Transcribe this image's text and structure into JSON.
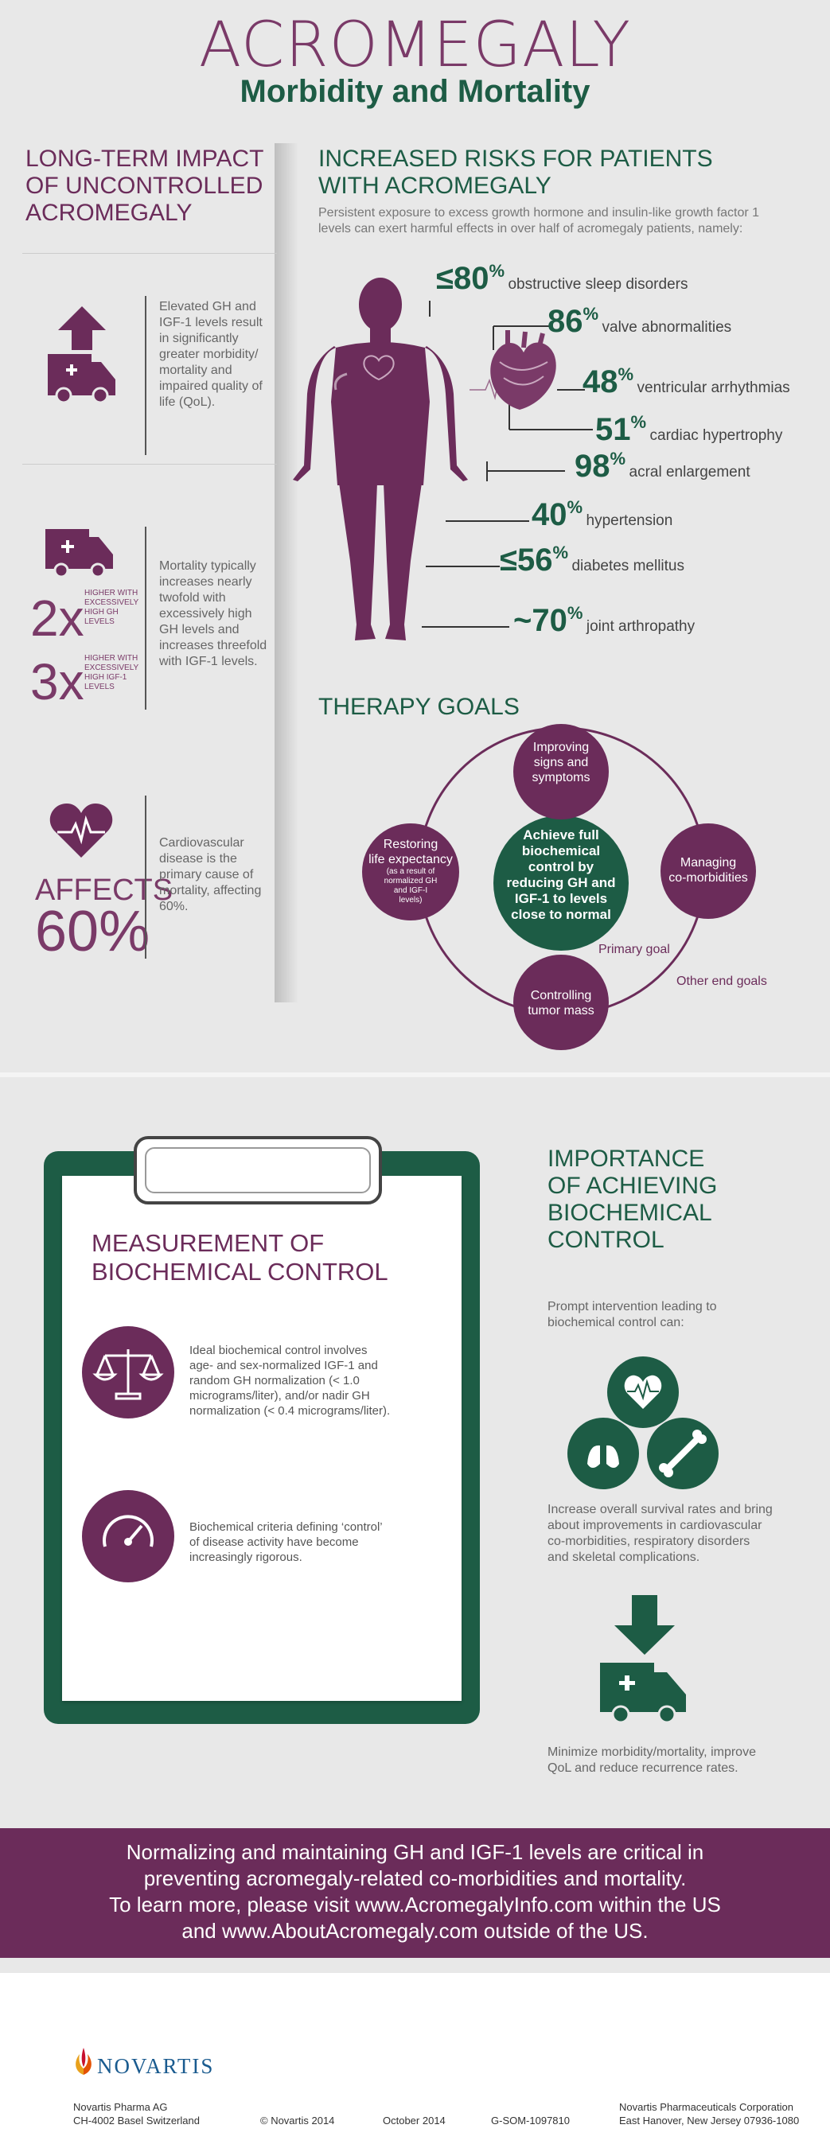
{
  "header": {
    "title": "ACROMEGALY",
    "subtitle": "Morbidity and Mortality"
  },
  "left": {
    "heading": [
      "LONG-TERM IMPACT",
      "OF UNCONTROLLED",
      "ACROMEGALY"
    ],
    "block1": [
      "Elevated GH and",
      "IGF-1 levels result",
      "in significantly",
      "greater morbidity/",
      "mortality and",
      "impaired quality of",
      "life (QoL)."
    ],
    "mult1": "2x",
    "mult1_note": [
      "HIGHER WITH",
      "EXCESSIVELY",
      "HIGH GH",
      "LEVELS"
    ],
    "mult2": "3x",
    "mult2_note": [
      "HIGHER WITH",
      "EXCESSIVELY",
      "HIGH IGF-1",
      "LEVELS"
    ],
    "block2": [
      "Mortality typically",
      "increases nearly",
      "twofold with",
      "excessively high",
      "GH levels and",
      "increases threefold",
      "with IGF-1 levels."
    ],
    "affects_label": "AFFECTS",
    "affects_value": "60%",
    "block3": [
      "Cardiovascular",
      "disease is the",
      "primary cause of",
      "mortality, affecting",
      "60%."
    ]
  },
  "risks": {
    "heading": [
      "INCREASED RISKS FOR PATIENTS",
      "WITH ACROMEGALY"
    ],
    "intro": [
      "Persistent exposure to excess growth hormone and insulin-like growth factor 1",
      "levels can exert harmful effects in over half of acromegaly patients, namely:"
    ],
    "items": [
      {
        "num": "≤80",
        "pct": "%",
        "label": "obstructive sleep disorders"
      },
      {
        "num": "86",
        "pct": "%",
        "label": "valve abnormalities"
      },
      {
        "num": "48",
        "pct": "%",
        "label": "ventricular arrhythmias"
      },
      {
        "num": "51",
        "pct": "%",
        "label": "cardiac hypertrophy"
      },
      {
        "num": "98",
        "pct": "%",
        "label": "acral enlargement"
      },
      {
        "num": "40",
        "pct": "%",
        "label": "hypertension"
      },
      {
        "num": "≤56",
        "pct": "%",
        "label": "diabetes mellitus"
      },
      {
        "num": "~70",
        "pct": "%",
        "label": "joint arthropathy"
      }
    ]
  },
  "therapy": {
    "heading": "THERAPY GOALS",
    "center": [
      "Achieve full",
      "biochemical",
      "control by",
      "reducing GH and",
      "IGF-1 to levels",
      "close to normal"
    ],
    "top": [
      "Improving",
      "signs and",
      "symptoms"
    ],
    "right": [
      "Managing",
      "co-morbidities"
    ],
    "bottom": [
      "Controlling",
      "tumor mass"
    ],
    "left_main": [
      "Restoring",
      "life expectancy"
    ],
    "left_note": [
      "(as a result of",
      "normalized GH",
      "and IGF-I",
      "levels)"
    ],
    "primary_label": "Primary goal",
    "other_label": "Other end goals"
  },
  "measurement": {
    "heading": [
      "MEASUREMENT OF",
      "BIOCHEMICAL CONTROL"
    ],
    "item1": [
      "Ideal biochemical control involves",
      "age- and sex-normalized IGF-1 and",
      "random GH normalization (< 1.0",
      "micrograms/liter), and/or nadir GH",
      "normalization (< 0.4 micrograms/liter)."
    ],
    "item2": [
      "Biochemical criteria defining ‘control’",
      "of disease activity have become",
      "increasingly rigorous."
    ]
  },
  "importance": {
    "heading": [
      "IMPORTANCE",
      "OF ACHIEVING",
      "BIOCHEMICAL",
      "CONTROL"
    ],
    "intro": [
      "Prompt intervention leading to",
      "biochemical control can:"
    ],
    "item1": [
      "Increase overall survival rates and bring",
      "about improvements in cardiovascular",
      "co-morbidities, respiratory disorders",
      "and skeletal complications."
    ],
    "item2": [
      "Minimize morbidity/mortality, improve",
      "QoL and reduce recurrence rates."
    ]
  },
  "banner": [
    "Normalizing and maintaining GH and IGF-1 levels are critical in",
    "preventing acromegaly-related co-morbidities and mortality.",
    "To learn more, please visit www.AcromegalyInfo.com within the US",
    "and www.AboutAcromegaly.com outside of the US."
  ],
  "footer": {
    "brand": "NOVARTIS",
    "addr1": [
      "Novartis Pharma AG",
      "CH-4002 Basel Switzerland"
    ],
    "copyright": "© Novartis 2014",
    "date": "October 2014",
    "code": "G-SOM-1097810",
    "addr2": [
      "Novartis Pharmaceuticals Corporation",
      "East Hanover, New Jersey 07936-1080"
    ]
  },
  "colors": {
    "purple": "#6b2c5a",
    "green": "#1d5c45",
    "background": "#e8e8e8"
  }
}
